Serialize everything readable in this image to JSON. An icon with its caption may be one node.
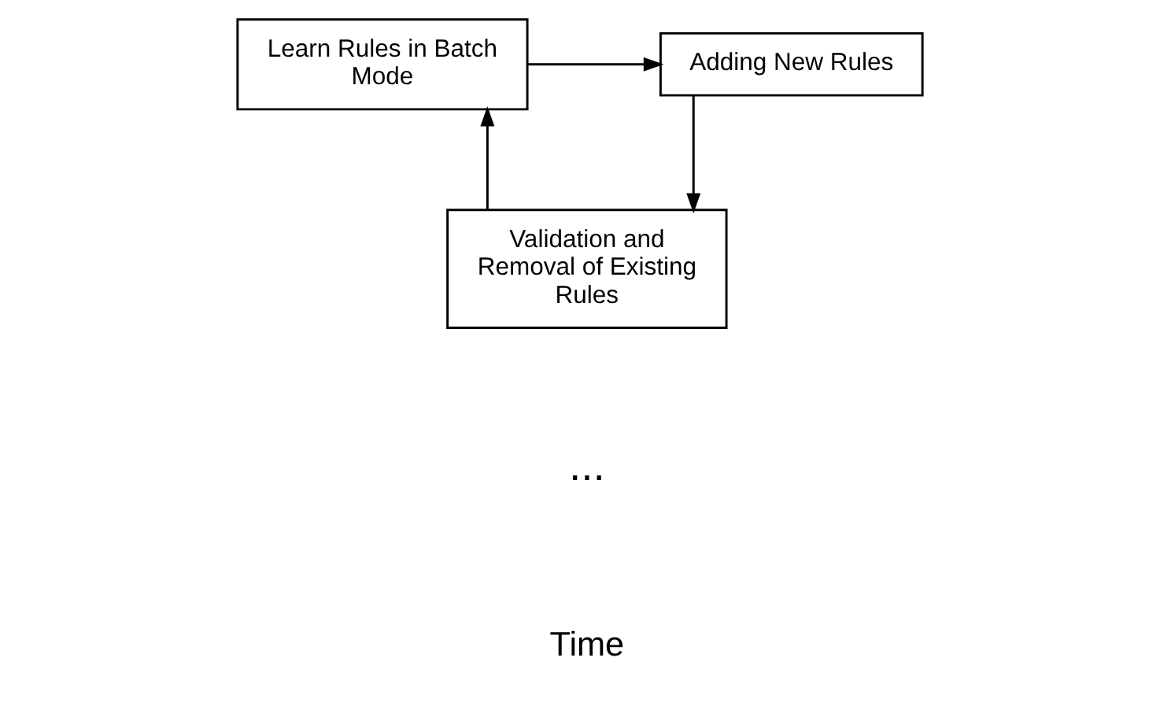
{
  "diagram": {
    "nodes": [
      {
        "text": [
          "Learn Rules in Batch Mode"
        ]
      },
      {
        "text": [
          "Adding New Rules"
        ]
      },
      {
        "text": [
          "Validation and Removal of Existing Rules"
        ]
      }
    ],
    "edges": [
      {
        "from": 0,
        "to": 1,
        "arrow": "to"
      },
      {
        "from": 1,
        "to": 2,
        "arrow": "to"
      },
      {
        "from": 2,
        "to": 0,
        "arrow": "to"
      }
    ],
    "labels": [
      "...",
      "Time"
    ]
  }
}
